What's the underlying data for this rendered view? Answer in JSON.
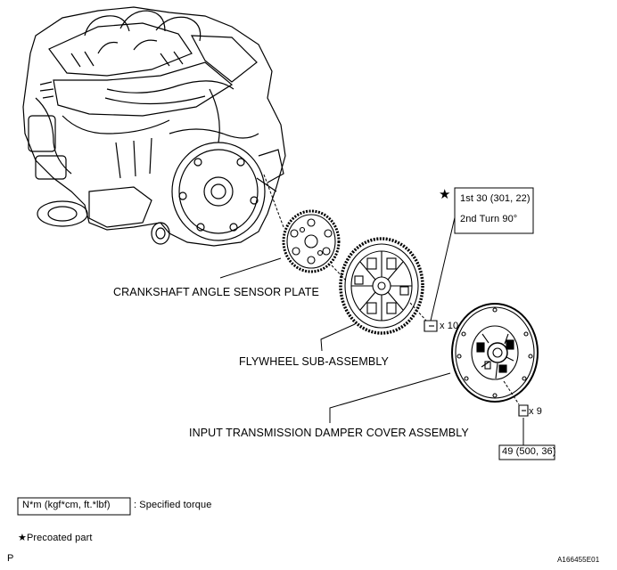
{
  "labels": {
    "crankshaft_plate": "CRANKSHAFT ANGLE SENSOR PLATE",
    "flywheel": "FLYWHEEL SUB-ASSEMBLY",
    "damper_cover": "INPUT TRANSMISSION DAMPER COVER ASSEMBLY"
  },
  "bolt_counts": {
    "flywheel_bolts": "x 10",
    "damper_bolts": "x 9"
  },
  "torque_flywheel": {
    "star": "★",
    "line1": "1st 30 (301, 22)",
    "line2": "2nd  Turn 90°"
  },
  "torque_damper": "49 (500, 36)",
  "legend": {
    "torque_box": "N*m (kgf*cm, ft.*lbf)",
    "torque_desc": ": Specified torque",
    "precoated": "★Precoated part"
  },
  "footer": {
    "page_code": "P",
    "figure_id": "A166455E01"
  }
}
